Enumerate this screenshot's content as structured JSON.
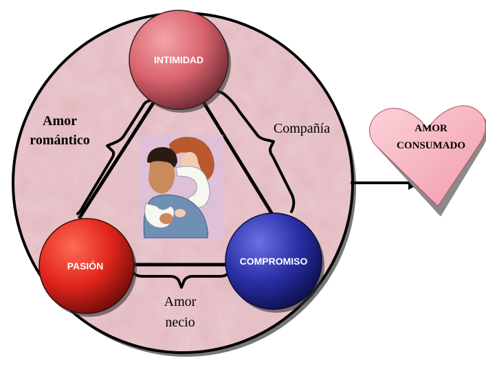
{
  "nodes": {
    "intimacy": "INTIMIDAD",
    "passion": "PASIÓN",
    "commitment": "COMPROMISO"
  },
  "relations": {
    "romantic_line1": "Amor",
    "romantic_line2": "romántico",
    "companionship": "Compañía",
    "fatuous_line1": "Amor",
    "fatuous_line2": "necio"
  },
  "result": {
    "line1": "AMOR",
    "line2": "CONSUMADO"
  },
  "colors": {
    "circle_fill": "#e3bcc2",
    "intimacy": "#d9636d",
    "passion": "#e0251c",
    "commitment": "#2a2fa6",
    "heart": "#f6b9c4"
  },
  "icons": {
    "couple": "embracing-couple-illustration"
  }
}
